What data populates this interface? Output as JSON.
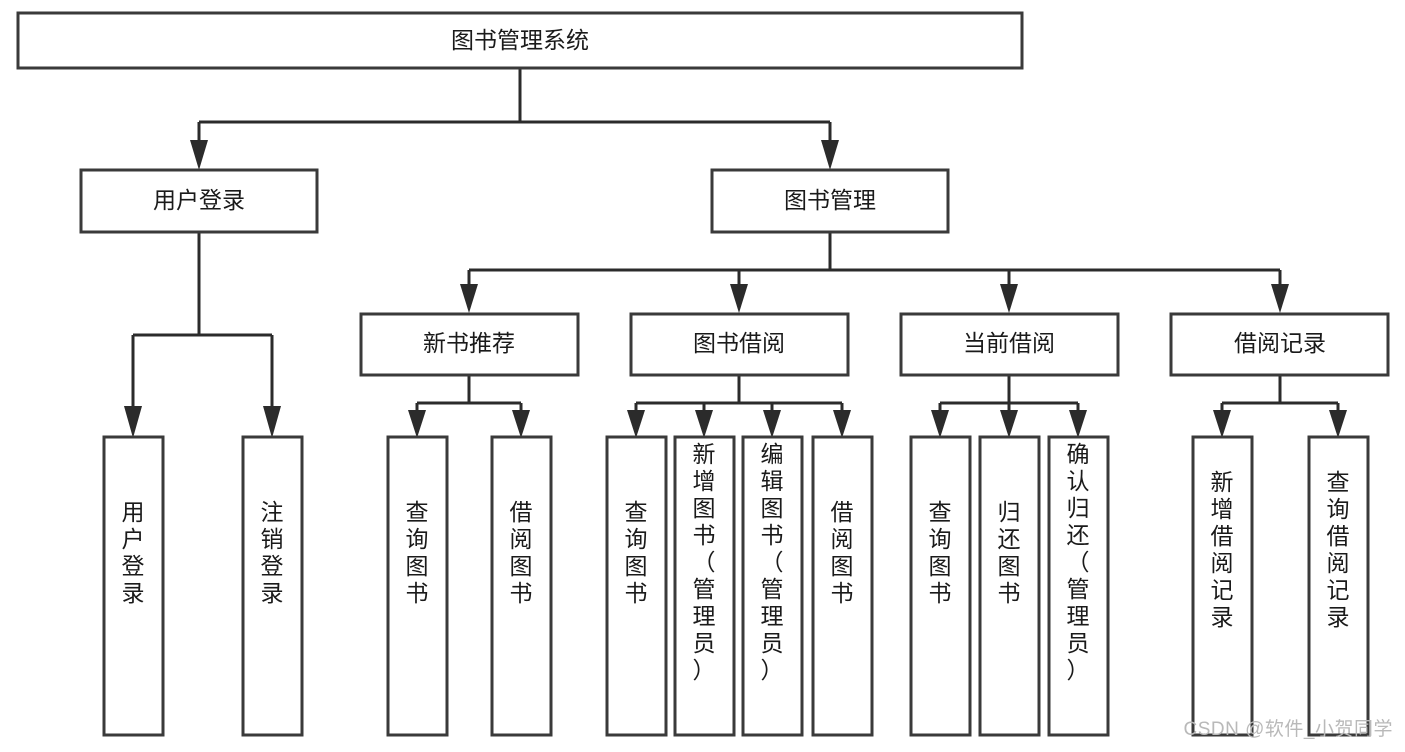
{
  "diagram": {
    "title": "图书管理系统",
    "type": "tree-hierarchy-diagram",
    "orientation": "top-down",
    "colors": {
      "box_stroke": "#3a3a3a",
      "box_fill": "#ffffff",
      "connector": "#2b2b2b",
      "text": "#1a1a1a",
      "watermark": "#b9b9b9",
      "background": "#ffffff"
    },
    "root": {
      "id": "root",
      "label": "图书管理系统"
    },
    "level2": [
      {
        "id": "user-login",
        "label": "用户登录"
      },
      {
        "id": "book-manage",
        "label": "图书管理"
      }
    ],
    "level3": [
      {
        "id": "new-book-rec",
        "label": "新书推荐",
        "parent": "book-manage"
      },
      {
        "id": "book-borrow",
        "label": "图书借阅",
        "parent": "book-manage"
      },
      {
        "id": "current-borrow",
        "label": "当前借阅",
        "parent": "book-manage"
      },
      {
        "id": "borrow-record",
        "label": "借阅记录",
        "parent": "book-manage"
      }
    ],
    "leaves": [
      {
        "id": "leaf-user-login",
        "label": "用户登录",
        "parent": "user-login"
      },
      {
        "id": "leaf-logout-login",
        "label": "注销登录",
        "parent": "user-login"
      },
      {
        "id": "leaf-query-book-1",
        "label": "查询图书",
        "parent": "new-book-rec"
      },
      {
        "id": "leaf-borrow-book-1",
        "label": "借阅图书",
        "parent": "new-book-rec"
      },
      {
        "id": "leaf-query-book-2",
        "label": "查询图书",
        "parent": "book-borrow"
      },
      {
        "id": "leaf-add-book",
        "label": "新增图书（管理员）",
        "parent": "book-borrow"
      },
      {
        "id": "leaf-edit-book",
        "label": "编辑图书（管理员）",
        "parent": "book-borrow"
      },
      {
        "id": "leaf-borrow-book-2",
        "label": "借阅图书",
        "parent": "book-borrow"
      },
      {
        "id": "leaf-query-book-3",
        "label": "查询图书",
        "parent": "current-borrow"
      },
      {
        "id": "leaf-return-book",
        "label": "归还图书",
        "parent": "current-borrow"
      },
      {
        "id": "leaf-confirm-return",
        "label": "确认归还（管理员）",
        "parent": "current-borrow"
      },
      {
        "id": "leaf-add-record",
        "label": "新增借阅记录",
        "parent": "borrow-record"
      },
      {
        "id": "leaf-query-record",
        "label": "查询借阅记录",
        "parent": "borrow-record"
      }
    ]
  },
  "watermark": {
    "text": "CSDN @软件_小贺同学"
  }
}
